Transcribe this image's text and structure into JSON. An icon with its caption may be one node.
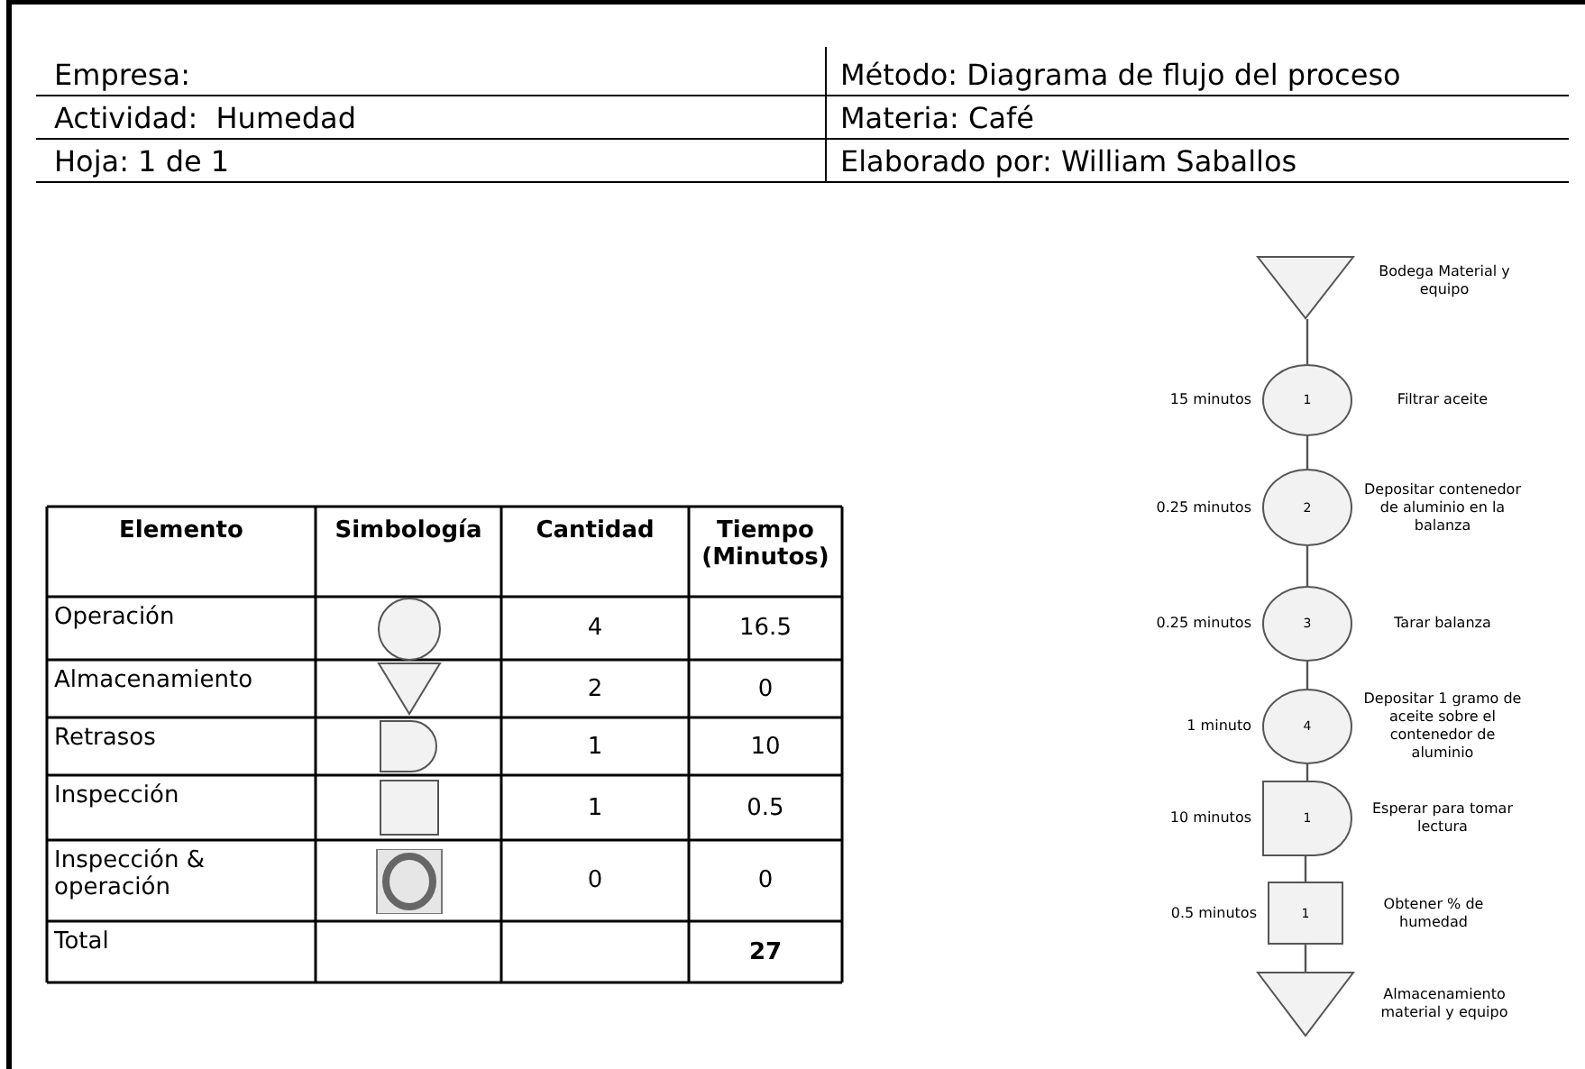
{
  "diagram": {
    "nodes": [
      {
        "text": [],
        "shape": "triangle",
        "beside": [
          "Bodega Material y equipo"
        ]
      },
      {
        "text": [
          "1"
        ],
        "beside": [
          "15 minutos",
          "Filtrar aceite"
        ]
      },
      {
        "text": [
          "2"
        ],
        "beside": [
          "0.25 minutos",
          "Depositar contenedor de aluminio en la balanza"
        ]
      },
      {
        "text": [
          "3"
        ],
        "beside": [
          "0.25 minutos",
          "Tarar balanza"
        ]
      },
      {
        "text": [
          "4"
        ],
        "beside": [
          "1 minuto",
          "Depositar 1 gramo de aceite sobre el contenedor de aluminio"
        ]
      },
      {
        "text": [
          "1"
        ],
        "beside": [
          "10 minutos",
          "Esperar para tomar lectura"
        ]
      },
      {
        "text": [
          "1"
        ],
        "beside": [
          "0.5 minutos",
          "Obtener % de humedad"
        ]
      },
      {
        "text": [],
        "shape": "triangle",
        "beside": [
          "Almacenamiento material y equipo"
        ]
      }
    ],
    "edges": [
      {
        "from": 0,
        "to": 1,
        "arrow": "none"
      },
      {
        "from": 1,
        "to": 2,
        "arrow": "none"
      },
      {
        "from": 2,
        "to": 3,
        "arrow": "none"
      },
      {
        "from": 3,
        "to": 4,
        "arrow": "none"
      },
      {
        "from": 4,
        "to": 5,
        "arrow": "none"
      },
      {
        "from": 5,
        "to": 6,
        "arrow": "none"
      },
      {
        "from": 6,
        "to": 7,
        "arrow": "none"
      }
    ],
    "labels": [
      "Empresa:",
      "Método: Diagrama de flujo del proceso",
      "Actividad:  Humedad",
      "Materia: Café",
      "Hoja: 1 de 1",
      "Elaborado por: William Saballos",
      "Elemento",
      "Simbología",
      "Cantidad",
      "Tiempo (Minutos)",
      "Operación",
      "4",
      "16.5",
      "Almacenamiento",
      "2",
      "0",
      "Retrasos",
      "1",
      "10",
      "Inspección",
      "1",
      "0.5",
      "Inspección & operación",
      "0",
      "0",
      "Total",
      "27"
    ]
  }
}
